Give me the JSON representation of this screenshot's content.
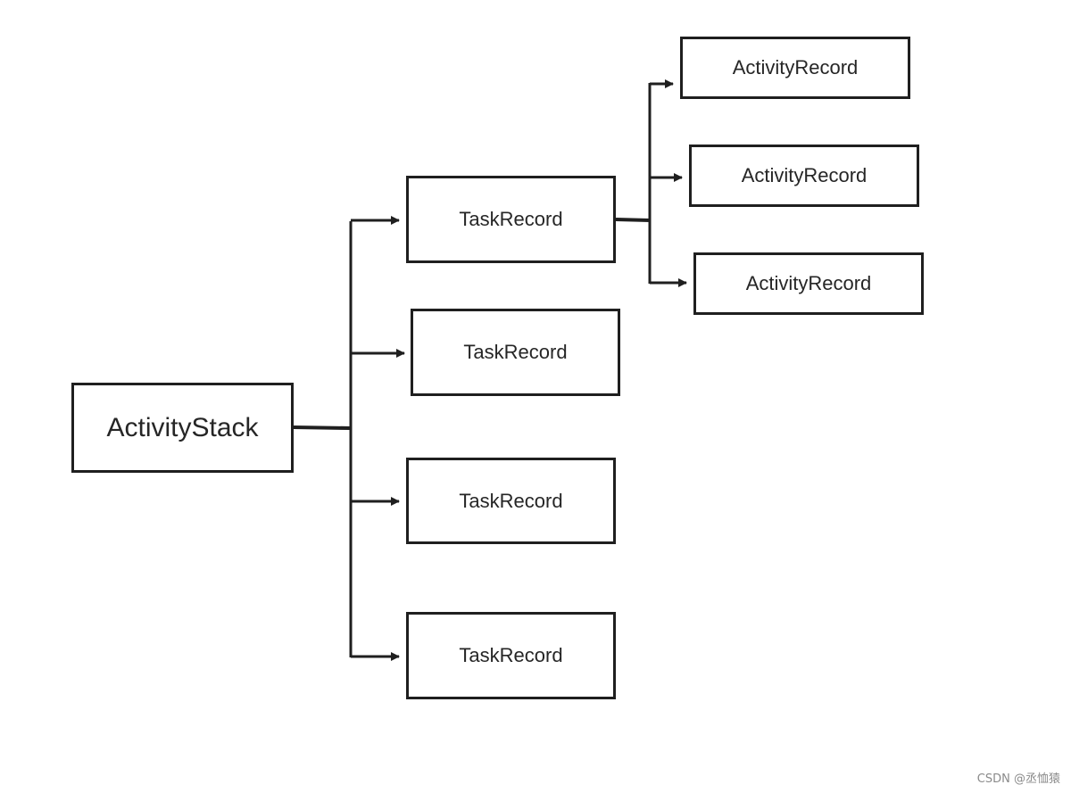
{
  "diagram": {
    "type": "tree",
    "root": {
      "label": "ActivityStack",
      "children": [
        {
          "label": "TaskRecord",
          "children": [
            {
              "label": "ActivityRecord"
            },
            {
              "label": "ActivityRecord"
            },
            {
              "label": "ActivityRecord"
            }
          ]
        },
        {
          "label": "TaskRecord"
        },
        {
          "label": "TaskRecord"
        },
        {
          "label": "TaskRecord"
        }
      ]
    },
    "colors": {
      "stroke": "#1f1f1f",
      "text": "#262626",
      "background": "#ffffff"
    }
  },
  "watermark": "CSDN @丞恤猿"
}
